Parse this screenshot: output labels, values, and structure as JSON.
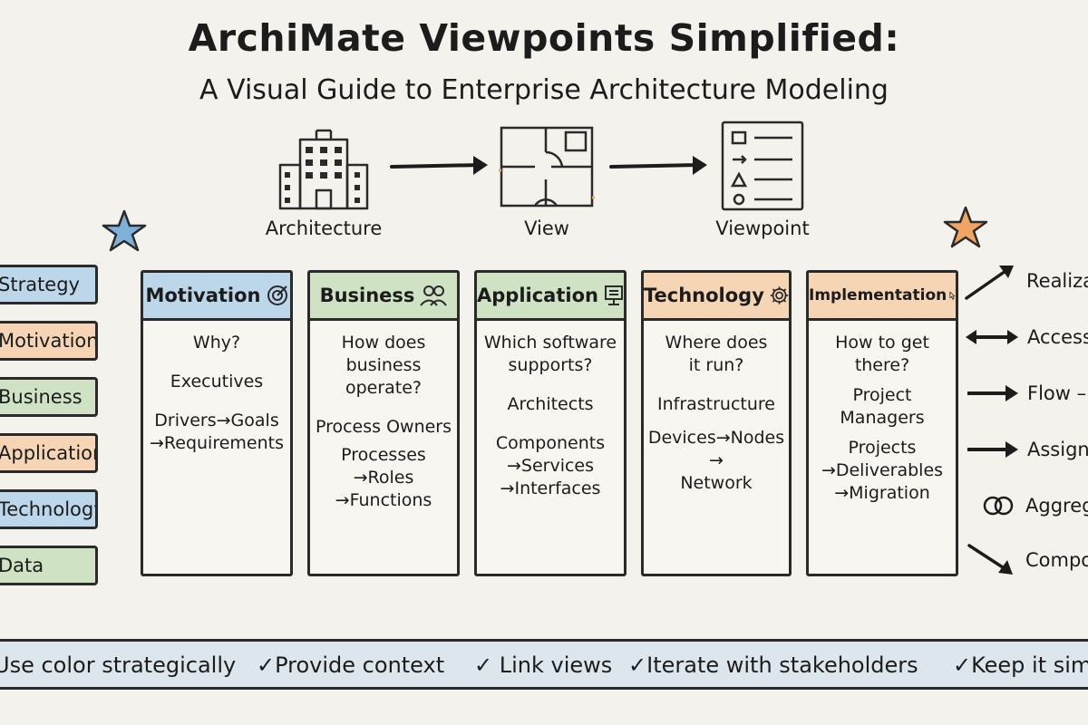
{
  "title": "ArchiMate Viewpoints Simplified:",
  "subtitle": "A Visual Guide to Enterprise Architecture Modeling",
  "flow": [
    {
      "label": "Architecture",
      "icon": "building-icon"
    },
    {
      "label": "View",
      "icon": "floor-plan-icon"
    },
    {
      "label": "Viewpoint",
      "icon": "checklist-icon"
    }
  ],
  "layers": [
    "Strategy",
    "Motivation",
    "Business",
    "Application",
    "Technology",
    "Data"
  ],
  "viewpoints": [
    {
      "name": "Motivation",
      "icon": "target-icon",
      "color": "#bcd6ea",
      "question": [
        "Why?"
      ],
      "audience": [
        "Executives"
      ],
      "elements": [
        "Drivers→Goals",
        "→Requirements"
      ]
    },
    {
      "name": "Business",
      "icon": "people-icon",
      "color": "#cfe3c4",
      "question": [
        "How does",
        "business",
        "operate?"
      ],
      "audience": [
        "Process Owners"
      ],
      "elements": [
        "Processes",
        "→Roles",
        "→Functions"
      ]
    },
    {
      "name": "Application",
      "icon": "monitor-icon",
      "color": "#cfe3c4",
      "question": [
        "Which software",
        "supports?"
      ],
      "audience": [
        "Architects"
      ],
      "elements": [
        "Components",
        "→Services",
        "→Interfaces"
      ]
    },
    {
      "name": "Technology",
      "icon": "gear-icon",
      "color": "#f6d5b4",
      "question": [
        "Where does",
        "it run?"
      ],
      "audience": [
        "Infrastructure"
      ],
      "elements": [
        "Devices→Nodes",
        "→",
        "Network"
      ]
    },
    {
      "name": "Implementation",
      "icon": "cursor-icon",
      "color": "#f6d5b4",
      "question": [
        "How to get",
        "there?"
      ],
      "audience": [
        "Project",
        "Managers"
      ],
      "elements": [
        "Projects",
        "→Deliverables",
        "→Migration"
      ]
    }
  ],
  "relationships": [
    {
      "label": "Realiza",
      "icon": "diagonal-arrow-icon"
    },
    {
      "label": "Access",
      "icon": "double-arrow-icon"
    },
    {
      "label": "Flow –",
      "icon": "arrow-icon"
    },
    {
      "label": "Assign",
      "icon": "arrow-icon"
    },
    {
      "label": "Aggreg",
      "icon": "rings-icon"
    },
    {
      "label": "Compo",
      "icon": "down-arrow-icon"
    }
  ],
  "tips": [
    "Use color strategically",
    "✓Provide context",
    "✓ Link views",
    "✓Iterate with stakeholders",
    "✓Keep it sim"
  ],
  "colors": {
    "blue": "#bcd6ea",
    "green": "#cfe3c4",
    "orange": "#f6d5b4",
    "tips_bg": "#dde6ec",
    "star_blue": "#7fb1d8",
    "star_orange": "#f0a562"
  }
}
